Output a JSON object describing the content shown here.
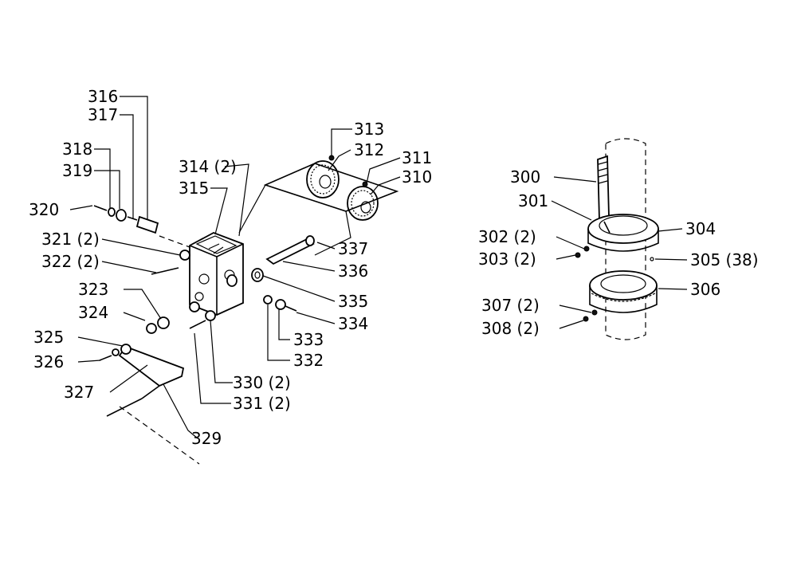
{
  "diagram": {
    "labels": {
      "l300": "300",
      "l301": "301",
      "l302": "302 (2)",
      "l303": "303 (2)",
      "l304": "304",
      "l305": "305 (38)",
      "l306": "306",
      "l307": "307 (2)",
      "l308": "308 (2)",
      "l310": "310",
      "l311": "311",
      "l312": "312",
      "l313": "313",
      "l314": "314 (2)",
      "l315": "315",
      "l316": "316",
      "l317": "317",
      "l318": "318",
      "l319": "319",
      "l320": "320",
      "l321": "321 (2)",
      "l322": "322 (2)",
      "l323": "323",
      "l324": "324",
      "l325": "325",
      "l326": "326",
      "l327": "327",
      "l329": "329",
      "l330": "330 (2)",
      "l331": "331 (2)",
      "l332": "332",
      "l333": "333",
      "l334": "334",
      "l335": "335",
      "l336": "336",
      "l337": "337"
    }
  }
}
